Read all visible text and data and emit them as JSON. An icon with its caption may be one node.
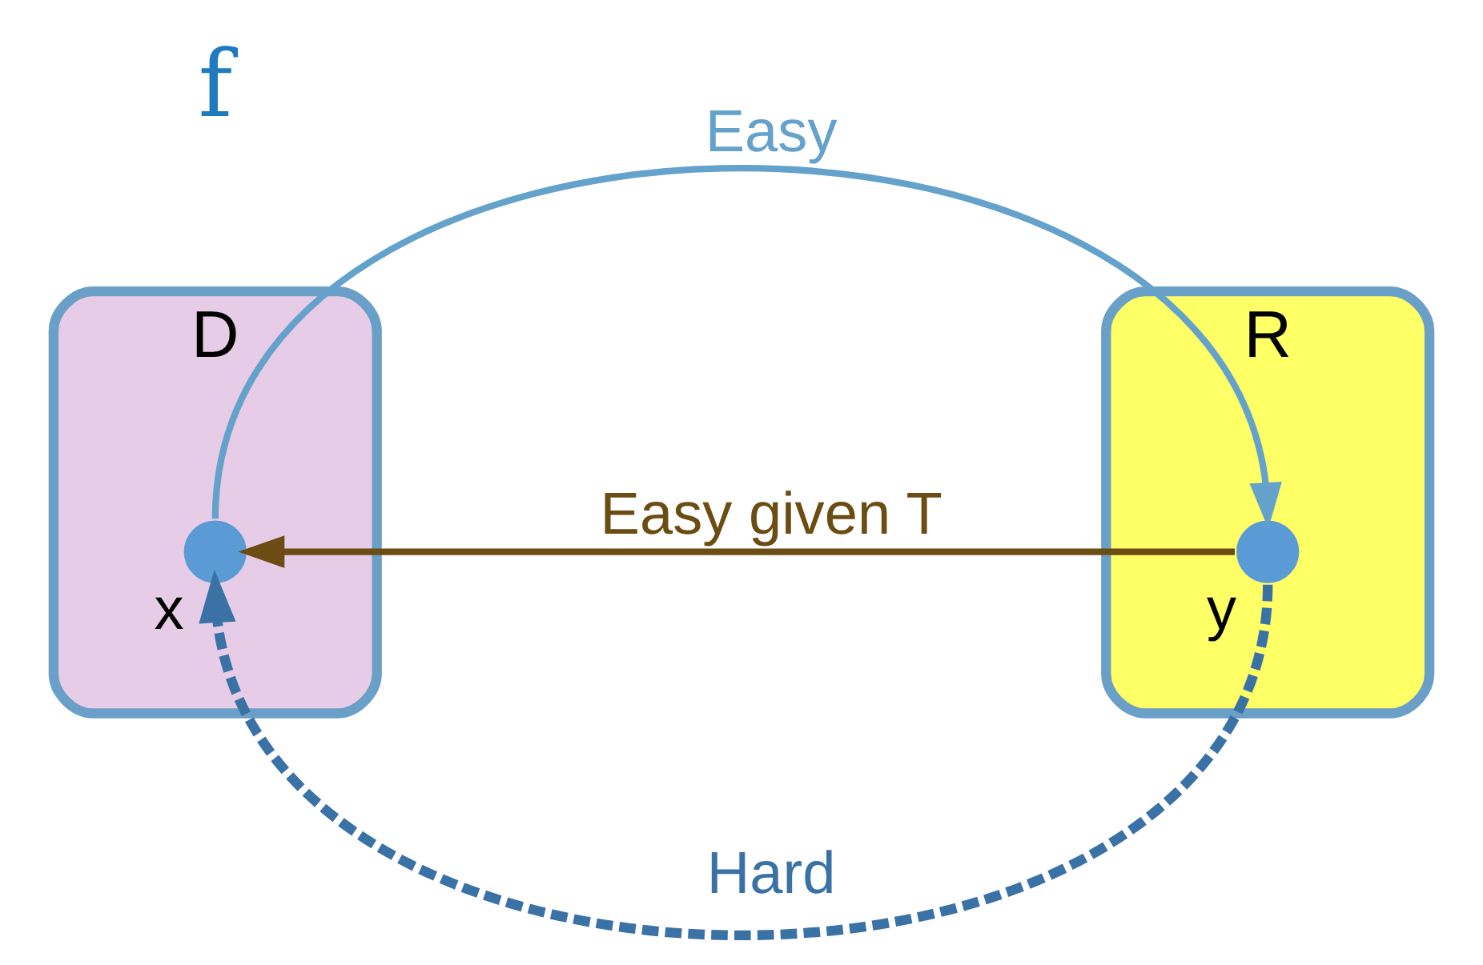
{
  "diagram": {
    "nodes": [
      {
        "text": [
          "D"
        ]
      },
      {
        "text": [
          "R"
        ]
      },
      {
        "text": [],
        "shape": "circle",
        "in": 0,
        "beside": [
          "x"
        ]
      },
      {
        "text": [],
        "shape": "circle",
        "in": 1,
        "beside": [
          "y"
        ]
      }
    ],
    "edges": [
      {
        "from": 2,
        "to": 3,
        "arrow": "to",
        "label": "Easy",
        "color": "#64a2cc"
      },
      {
        "from": 3,
        "to": 2,
        "arrow": "to",
        "label": "Easy given T",
        "color": "#6b4c12"
      },
      {
        "from": 3,
        "to": 2,
        "arrow": "to",
        "label": "Hard",
        "color": "#3a72a6",
        "style": "dashed"
      }
    ],
    "labels": [
      "f"
    ]
  }
}
